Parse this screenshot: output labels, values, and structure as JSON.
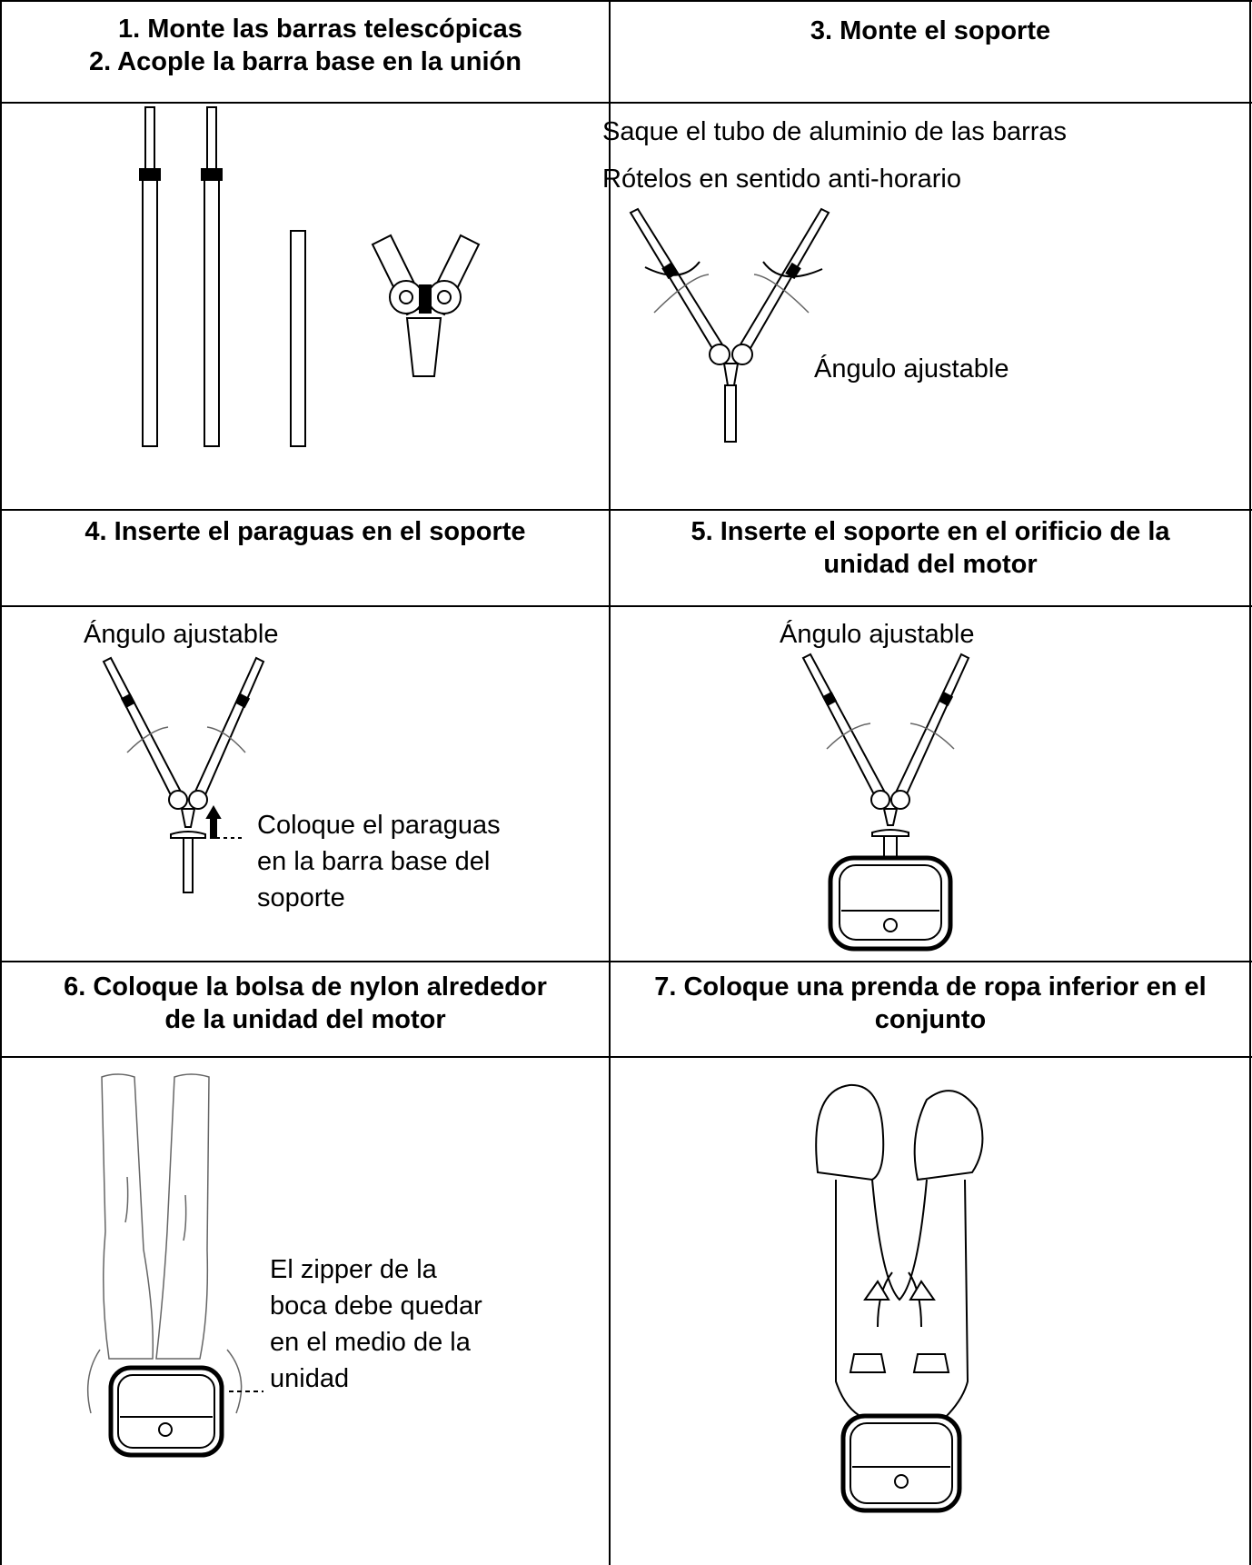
{
  "cells": {
    "c1": {
      "header_line1": "1.  Monte las barras telescópicas",
      "header_line2": "2.  Acople la barra base en la unión"
    },
    "c3": {
      "header": "3. Monte el soporte",
      "line1": "Saque el tubo de aluminio de las barras",
      "line2": "Rótelos en sentido anti-horario",
      "angle_label": "Ángulo ajustable"
    },
    "c4": {
      "header": "4.  Inserte el paraguas en el soporte",
      "angle_label": "Ángulo ajustable",
      "caption_line1": "Coloque el paraguas",
      "caption_line2": "en la barra base del",
      "caption_line3": "soporte"
    },
    "c5": {
      "header_line1": "5.  Inserte el soporte en el orificio de la",
      "header_line2": "unidad del motor",
      "angle_label": "Ángulo ajustable"
    },
    "c6": {
      "header_line1": "6.  Coloque la bolsa de nylon alrededor",
      "header_line2": "de la unidad del motor",
      "caption_line1": "El zipper de la",
      "caption_line2": "boca debe quedar",
      "caption_line3": "en el medio de la",
      "caption_line4": "unidad"
    },
    "c7": {
      "header_line1": "7.  Coloque una prenda de ropa inferior en el",
      "header_line2": "conjunto"
    }
  },
  "icons": [
    "telescopic-bar-icon",
    "base-bar-icon",
    "joint-icon",
    "rotation-arrow-icon",
    "stand-icon",
    "up-arrow-icon",
    "motor-unit-icon",
    "nylon-bag-icon",
    "garment-icon"
  ]
}
